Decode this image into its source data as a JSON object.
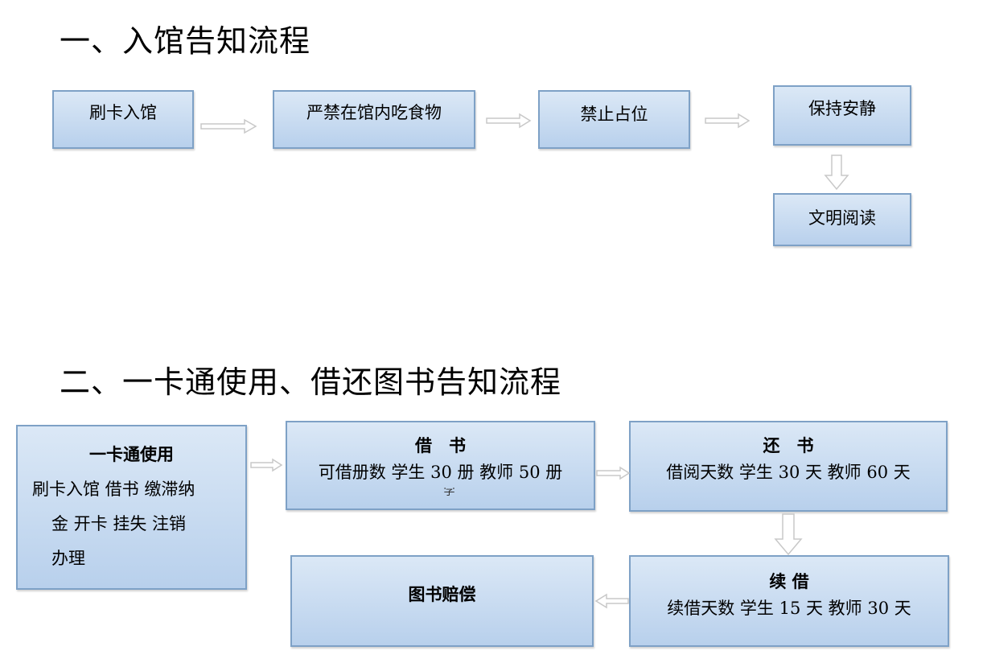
{
  "section1": {
    "heading": "一、入馆告知流程",
    "steps": [
      "刷卡入馆",
      "严禁在馆内吃食物",
      "禁止占位",
      "保持安静",
      "文明阅读"
    ]
  },
  "section2": {
    "heading": "二、一卡通使用、借还图书告知流程",
    "card": {
      "title": "一卡通使用",
      "lines": [
        "刷卡入馆 借书 缴滞纳",
        "金 开卡 挂失 注销",
        "办理"
      ]
    },
    "borrow": {
      "title": "借　书",
      "line": "可借册数 学生 30 册 教师 50 册",
      "overflow_fragment": "学"
    },
    "return": {
      "title": "还　书",
      "line": "借阅天数 学生 30 天 教师 60 天"
    },
    "renew": {
      "title": "续 借",
      "line": "续借天数 学生 15 天 教师 30 天"
    },
    "compensate": {
      "title": "图书赔偿"
    }
  },
  "colors": {
    "box_border": "#7ea1c6",
    "box_top": "#dbe8f6",
    "box_bottom": "#b8d0ec",
    "arrow_fill": "#ffffff",
    "arrow_stroke": "#c8c8c8"
  }
}
